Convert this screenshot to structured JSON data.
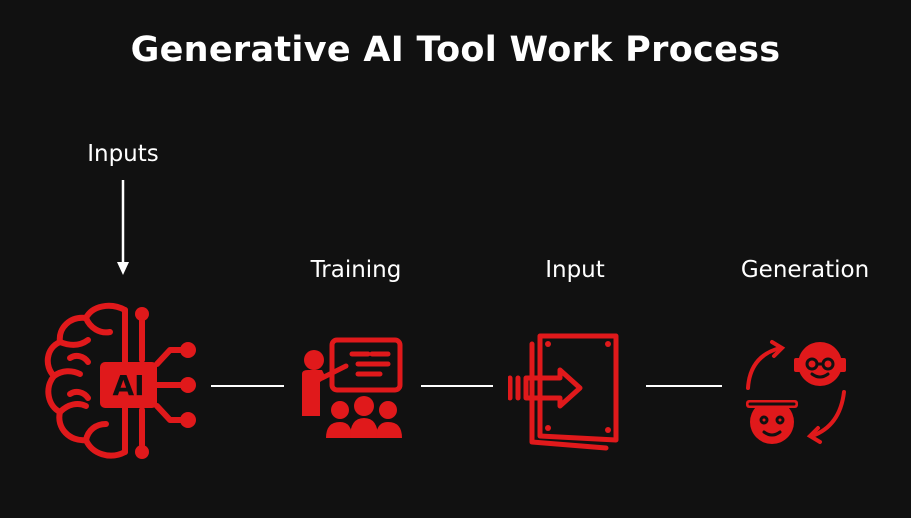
{
  "title": "Generative AI Tool Work Process",
  "labels": {
    "inputs": "Inputs",
    "training": "Training",
    "input": "Input",
    "generation": "Generation"
  },
  "ai_chip_text": "AI",
  "colors": {
    "background": "#111111",
    "text": "#ffffff",
    "accent_red": "#e0191b"
  },
  "icons": {
    "brain": "ai-brain-circuit-icon",
    "training": "presenter-whiteboard-audience-icon",
    "input": "document-import-arrow-icon",
    "generation": "face-swap-cycle-icon"
  }
}
